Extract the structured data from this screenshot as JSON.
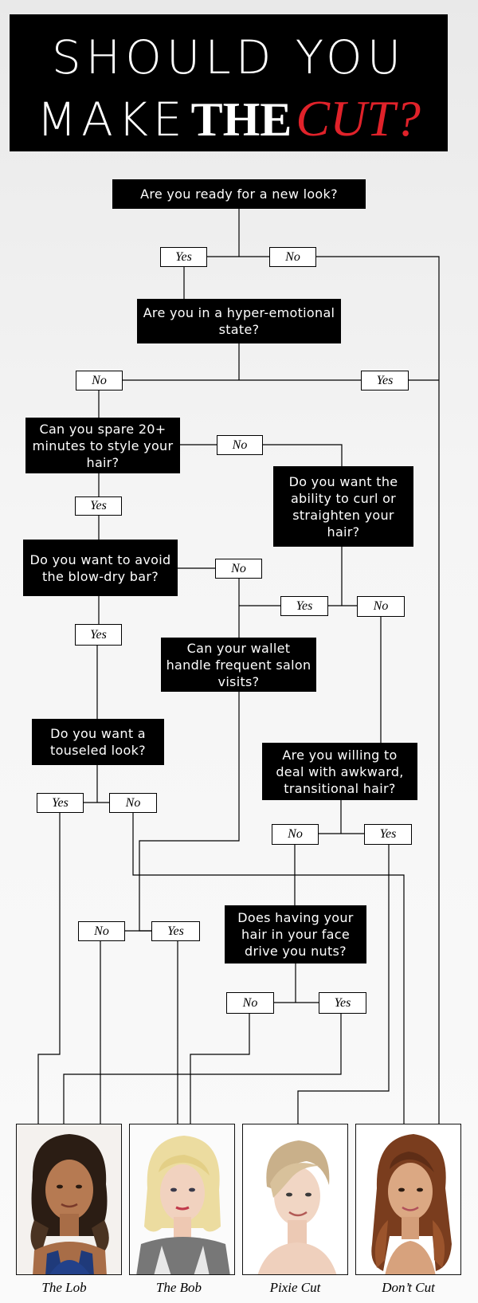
{
  "title": {
    "line1": "SHOULD YOU",
    "make": "MAKE",
    "the": "THE",
    "cut": "CUT?"
  },
  "questions": {
    "q1": "Are you ready for a new look?",
    "q2": "Are you in a hyper-emotional state?",
    "q3": "Can you spare 20+ minutes to style your hair?",
    "q4": "Do you want the ability to curl or straighten your hair?",
    "q5": "Do you want to avoid the blow-dry bar?",
    "q6": "Can your wallet handle frequent salon visits?",
    "q7": "Do you want a touseled look?",
    "q8": "Are you willing to deal with awkward, transitional hair?",
    "q9": "Does having your hair in your face drive you nuts?"
  },
  "answers": {
    "yes": "Yes",
    "no": "No"
  },
  "results": [
    {
      "label": "The Lob"
    },
    {
      "label": "The Bob"
    },
    {
      "label": "Pixie Cut"
    },
    {
      "label": "Don’t Cut"
    }
  ],
  "colors": {
    "header_bg": "#000000",
    "accent_red": "#e0222a",
    "question_bg": "#000000",
    "answer_bg": "#ffffff"
  }
}
